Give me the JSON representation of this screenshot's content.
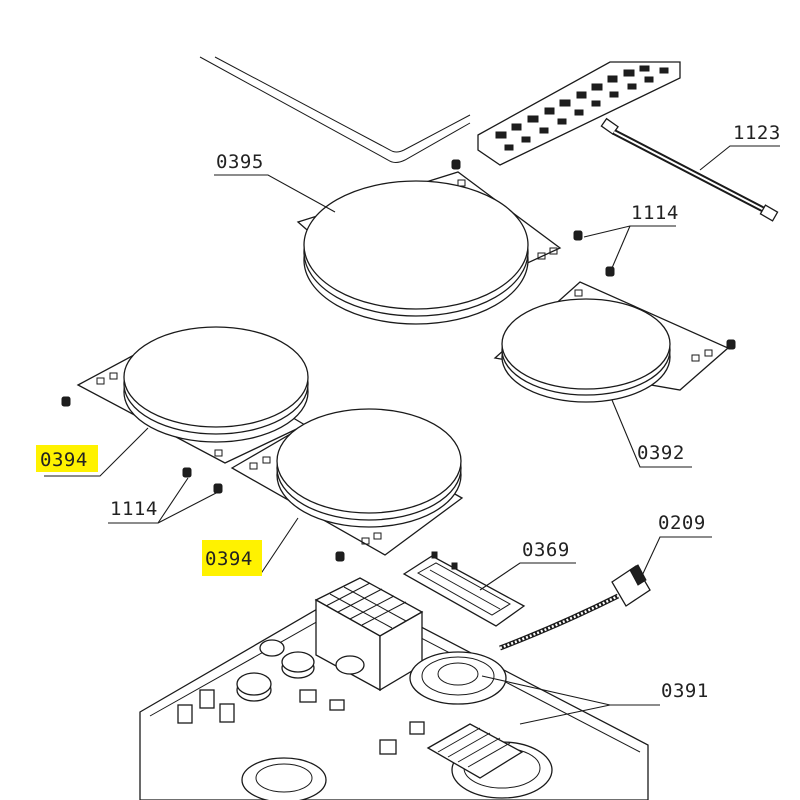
{
  "diagram": {
    "highlight_color": "#fff200",
    "labels": {
      "p1123": "1123",
      "p0395": "0395",
      "p1114_top": "1114",
      "p0394_left": "0394",
      "p0392": "0392",
      "p1114_left": "1114",
      "p0394_center": "0394",
      "p0209": "0209",
      "p0369": "0369",
      "p0391": "0391"
    }
  }
}
